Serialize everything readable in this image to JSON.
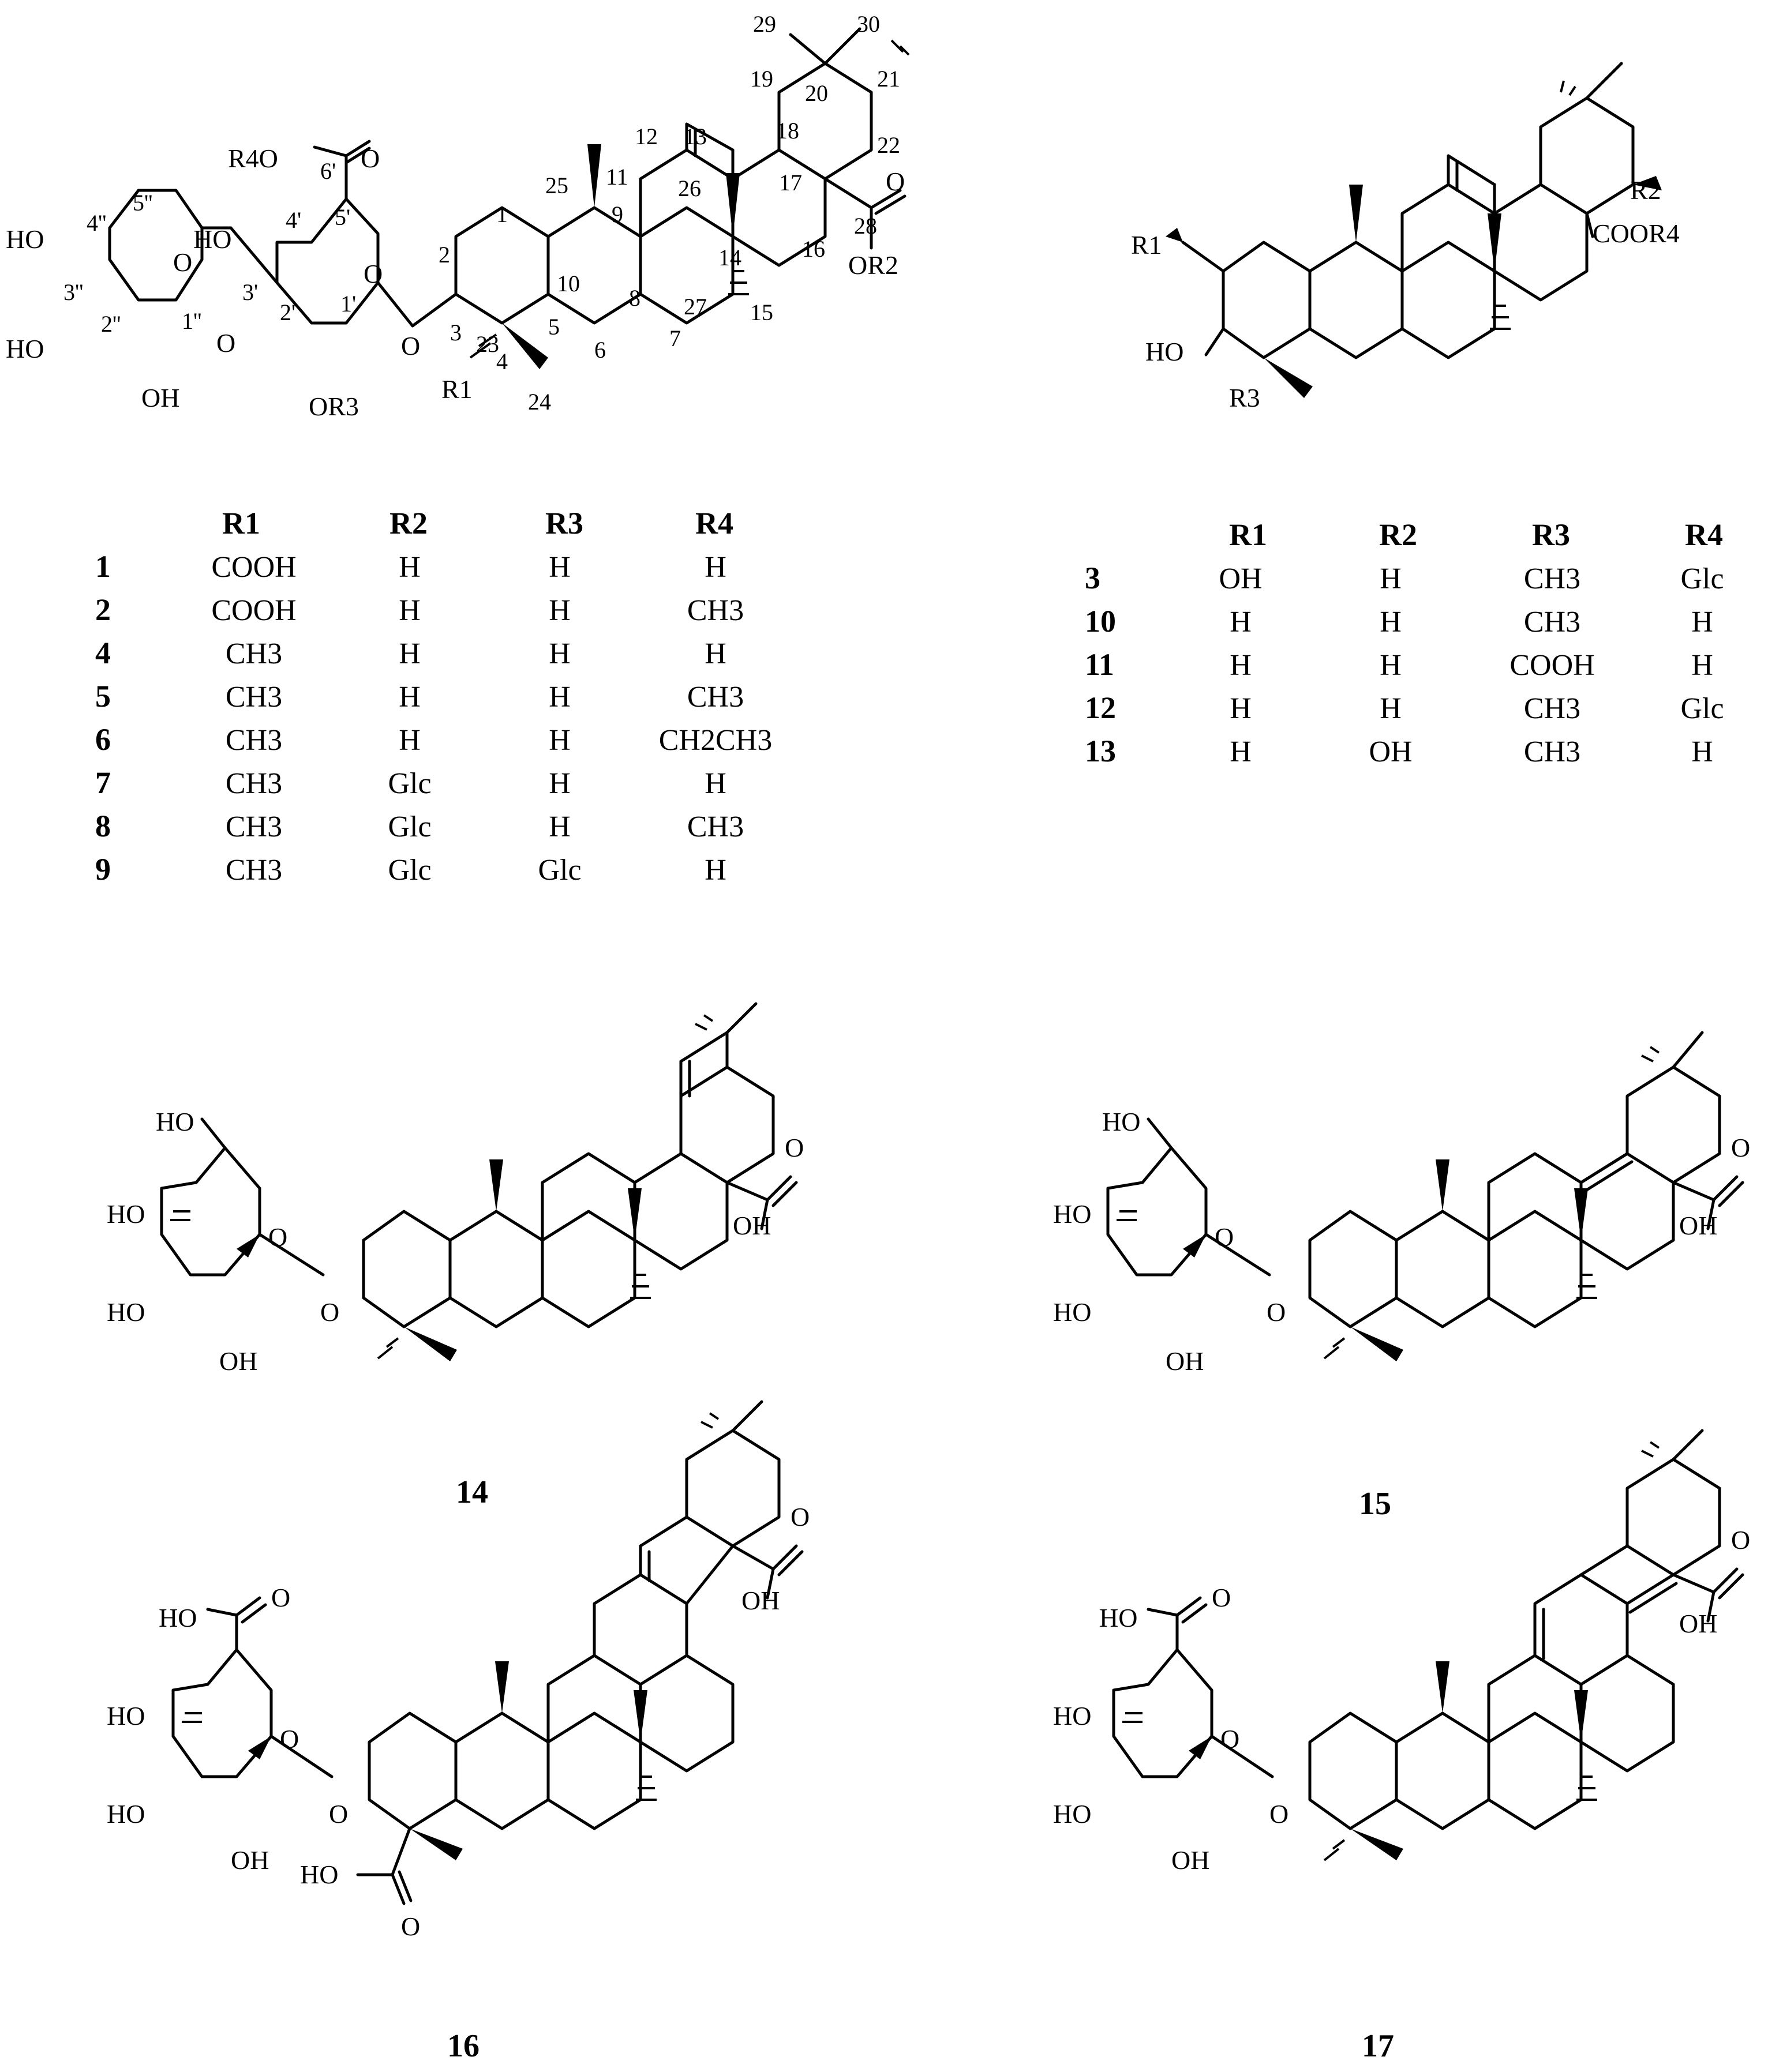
{
  "structures": [
    {
      "id": "s1",
      "atom_labels": {
        "r4o": "R4O",
        "ho_4pp": "HO",
        "ho_3pp": "HO",
        "oh_2pp": "OH",
        "ho_4p": "HO",
        "or3": "OR3",
        "r1": "R1",
        "or2": "OR2",
        "o_ring1": "O",
        "o_ring2": "O",
        "o_link1": "O",
        "o_link2": "O",
        "o_carb": "O",
        "o_c28": "O"
      },
      "position_numbers": [
        "1",
        "2",
        "3",
        "4",
        "5",
        "6",
        "7",
        "8",
        "9",
        "10",
        "11",
        "12",
        "13",
        "14",
        "15",
        "16",
        "17",
        "18",
        "19",
        "20",
        "21",
        "22",
        "23",
        "24",
        "25",
        "26",
        "27",
        "28",
        "29",
        "30",
        "1'",
        "2'",
        "3'",
        "4'",
        "5'",
        "6'",
        "1''",
        "2''",
        "3''",
        "4''",
        "5''"
      ],
      "table": {
        "headers": [
          "R1",
          "R2",
          "R3",
          "R4"
        ],
        "rows": [
          {
            "id": "1",
            "values": [
              "COOH",
              "H",
              "H",
              "H"
            ]
          },
          {
            "id": "2",
            "values": [
              "COOH",
              "H",
              "H",
              "CH3"
            ]
          },
          {
            "id": "4",
            "values": [
              "CH3",
              "H",
              "H",
              "H"
            ]
          },
          {
            "id": "5",
            "values": [
              "CH3",
              "H",
              "H",
              "CH3"
            ]
          },
          {
            "id": "6",
            "values": [
              "CH3",
              "H",
              "H",
              "CH2CH3"
            ]
          },
          {
            "id": "7",
            "values": [
              "CH3",
              "Glc",
              "H",
              "H"
            ]
          },
          {
            "id": "8",
            "values": [
              "CH3",
              "Glc",
              "H",
              "CH3"
            ]
          },
          {
            "id": "9",
            "values": [
              "CH3",
              "Glc",
              "Glc",
              "H"
            ]
          }
        ]
      }
    },
    {
      "id": "s2",
      "atom_labels": {
        "r1": "R1",
        "ho": "HO",
        "r3": "R3",
        "r2": "R2",
        "cooR4": "COOR4"
      },
      "table": {
        "headers": [
          "R1",
          "R2",
          "R3",
          "R4"
        ],
        "rows": [
          {
            "id": "3",
            "values": [
              "OH",
              "H",
              "CH3",
              "Glc"
            ]
          },
          {
            "id": "10",
            "values": [
              "H",
              "H",
              "CH3",
              "H"
            ]
          },
          {
            "id": "11",
            "values": [
              "H",
              "H",
              "COOH",
              "H"
            ]
          },
          {
            "id": "12",
            "values": [
              "H",
              "H",
              "CH3",
              "Glc"
            ]
          },
          {
            "id": "13",
            "values": [
              "H",
              "OH",
              "CH3",
              "H"
            ]
          }
        ]
      }
    },
    {
      "id": "s14",
      "label": "14",
      "atom_labels": {
        "ho_ch2": "HO",
        "ho_4": "HO",
        "ho_3": "HO",
        "oh_2": "OH",
        "o_ring": "O",
        "o_link": "O",
        "o_c": "O",
        "oh_c": "OH"
      }
    },
    {
      "id": "s15",
      "label": "15",
      "atom_labels": {
        "ho_ch2": "HO",
        "ho_4": "HO",
        "ho_3": "HO",
        "oh_2": "OH",
        "o_ring": "O",
        "o_link": "O",
        "o_c": "O",
        "oh_c": "OH"
      }
    },
    {
      "id": "s16",
      "label": "16",
      "atom_labels": {
        "ho_cooh": "HO",
        "o_cooh": "O",
        "ho_4": "HO",
        "ho_3": "HO",
        "oh_2": "OH",
        "o_ring": "O",
        "o_link": "O",
        "ho_c23": "HO",
        "o_c23": "O",
        "o_c": "O",
        "oh_c": "OH"
      }
    },
    {
      "id": "s17",
      "label": "17",
      "atom_labels": {
        "ho_cooh": "HO",
        "o_cooh": "O",
        "ho_4": "HO",
        "ho_3": "HO",
        "oh_2": "OH",
        "o_ring": "O",
        "o_link": "O",
        "o_c": "O",
        "oh_c": "OH"
      }
    }
  ]
}
